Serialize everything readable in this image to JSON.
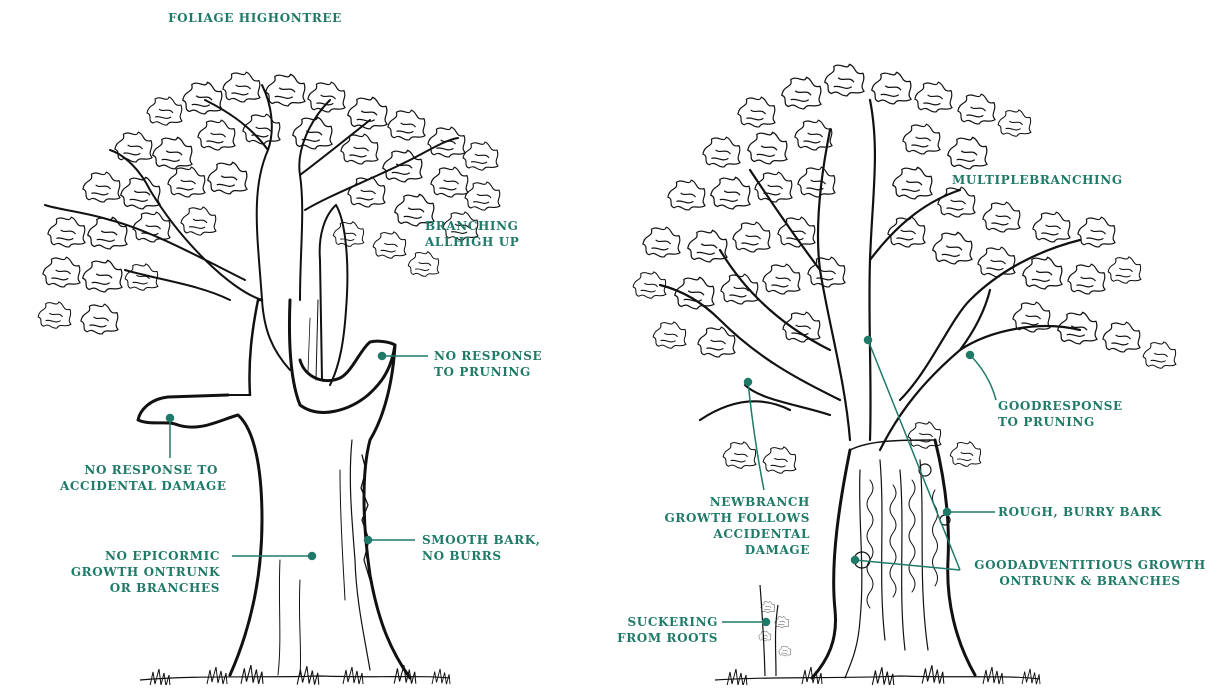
{
  "colors": {
    "accent": "#1f7a68",
    "ink": "#111111"
  },
  "left_tree": {
    "title": "FOLIAGE HIGHONTREE",
    "branching": [
      "BRANCHING",
      "ALLHIGH UP"
    ],
    "no_response_pruning": [
      "NO RESPONSE",
      "TO PRUNING"
    ],
    "no_response_damage": [
      "NO RESPONSE TO",
      "ACCIDENTAL DAMAGE"
    ],
    "smooth_bark": [
      "SMOOTH BARK,",
      "NO BURRS"
    ],
    "no_epicormic": [
      "NO EPICORMIC",
      "GROWTH ONTRUNK",
      "OR BRANCHES"
    ]
  },
  "right_tree": {
    "multiple_branching": "MULTIPLEBRANCHING",
    "good_response": [
      "GOODRESPONSE",
      "TO PRUNING"
    ],
    "new_branch": [
      "NEWBRANCH",
      "GROWTH FOLLOWS",
      "ACCIDENTAL",
      "DAMAGE"
    ],
    "rough_bark": "ROUGH, BURRY BARK",
    "adventitious": [
      "GOODADVENTITIOUS GROWTH",
      "ONTRUNK & BRANCHES"
    ],
    "suckering": [
      "SUCKERING",
      "FROM ROOTS"
    ]
  }
}
